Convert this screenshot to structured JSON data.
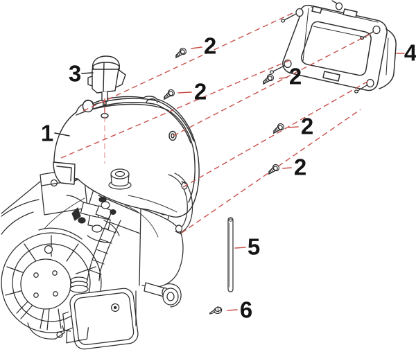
{
  "diagram": {
    "type": "exploded-parts-diagram",
    "subject": "engine cover and shroud assembly",
    "background": "#ffffff",
    "colors": {
      "line_art": "#2d2d2d",
      "callout_text": "#141414",
      "leader_black": "#222222",
      "leader_red": "#c8504a",
      "assembly_axis_red": "#c8504a"
    },
    "parts": [
      {
        "callout": "1",
        "description": "engine blower cover"
      },
      {
        "callout": "2",
        "description": "screw",
        "quantity_shown": 5
      },
      {
        "callout": "3",
        "description": "small cap module"
      },
      {
        "callout": "4",
        "description": "rear shroud frame"
      },
      {
        "callout": "5",
        "description": "tube"
      },
      {
        "callout": "6",
        "description": "flange bolt"
      }
    ],
    "labels": {
      "l1": "1",
      "l2a": "2",
      "l2b": "2",
      "l2c": "2",
      "l2d": "2",
      "l2e": "2",
      "l3": "3",
      "l4": "4",
      "l5": "5",
      "l6": "6"
    }
  }
}
